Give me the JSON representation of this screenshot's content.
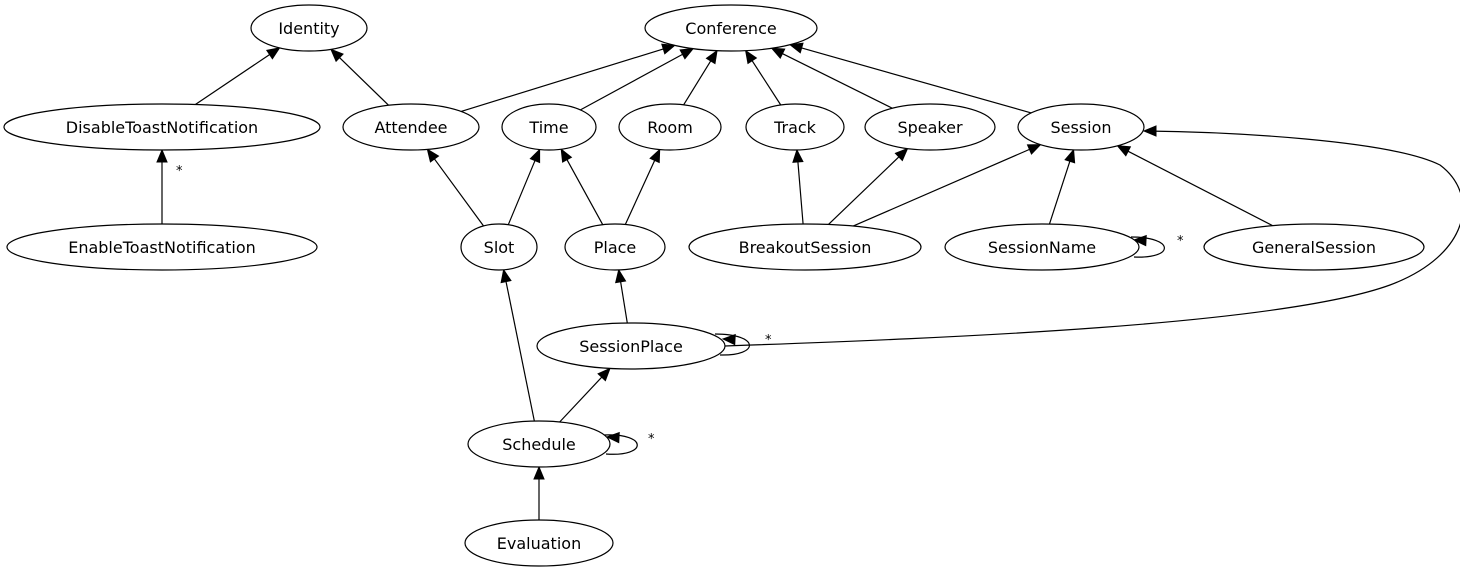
{
  "diagram": {
    "nodes": [
      {
        "id": "identity",
        "label": "Identity"
      },
      {
        "id": "conference",
        "label": "Conference"
      },
      {
        "id": "disabletoast",
        "label": "DisableToastNotification"
      },
      {
        "id": "attendee",
        "label": "Attendee"
      },
      {
        "id": "time",
        "label": "Time"
      },
      {
        "id": "room",
        "label": "Room"
      },
      {
        "id": "track",
        "label": "Track"
      },
      {
        "id": "speaker",
        "label": "Speaker"
      },
      {
        "id": "session",
        "label": "Session"
      },
      {
        "id": "enabletoast",
        "label": "EnableToastNotification"
      },
      {
        "id": "slot",
        "label": "Slot"
      },
      {
        "id": "place",
        "label": "Place"
      },
      {
        "id": "breakout",
        "label": "BreakoutSession"
      },
      {
        "id": "sessionname",
        "label": "SessionName"
      },
      {
        "id": "generalsession",
        "label": "GeneralSession"
      },
      {
        "id": "sessionplace",
        "label": "SessionPlace"
      },
      {
        "id": "schedule",
        "label": "Schedule"
      },
      {
        "id": "evaluation",
        "label": "Evaluation"
      }
    ],
    "edges": [
      {
        "from": "disabletoast",
        "to": "identity",
        "label": ""
      },
      {
        "from": "attendee",
        "to": "identity",
        "label": ""
      },
      {
        "from": "attendee",
        "to": "conference",
        "label": ""
      },
      {
        "from": "time",
        "to": "conference",
        "label": ""
      },
      {
        "from": "room",
        "to": "conference",
        "label": ""
      },
      {
        "from": "track",
        "to": "conference",
        "label": ""
      },
      {
        "from": "speaker",
        "to": "conference",
        "label": ""
      },
      {
        "from": "session",
        "to": "conference",
        "label": ""
      },
      {
        "from": "enabletoast",
        "to": "disabletoast",
        "label": "*"
      },
      {
        "from": "slot",
        "to": "attendee",
        "label": ""
      },
      {
        "from": "slot",
        "to": "time",
        "label": ""
      },
      {
        "from": "place",
        "to": "time",
        "label": ""
      },
      {
        "from": "place",
        "to": "room",
        "label": ""
      },
      {
        "from": "breakout",
        "to": "track",
        "label": ""
      },
      {
        "from": "breakout",
        "to": "speaker",
        "label": ""
      },
      {
        "from": "breakout",
        "to": "session",
        "label": ""
      },
      {
        "from": "sessionname",
        "to": "session",
        "label": ""
      },
      {
        "from": "sessionname",
        "to": "sessionname",
        "label": "*"
      },
      {
        "from": "generalsession",
        "to": "session",
        "label": ""
      },
      {
        "from": "sessionplace",
        "to": "place",
        "label": ""
      },
      {
        "from": "sessionplace",
        "to": "sessionplace",
        "label": "*"
      },
      {
        "from": "sessionplace",
        "to": "session",
        "label": ""
      },
      {
        "from": "schedule",
        "to": "slot",
        "label": ""
      },
      {
        "from": "schedule",
        "to": "sessionplace",
        "label": ""
      },
      {
        "from": "schedule",
        "to": "schedule",
        "label": "*"
      },
      {
        "from": "evaluation",
        "to": "schedule",
        "label": ""
      }
    ]
  }
}
